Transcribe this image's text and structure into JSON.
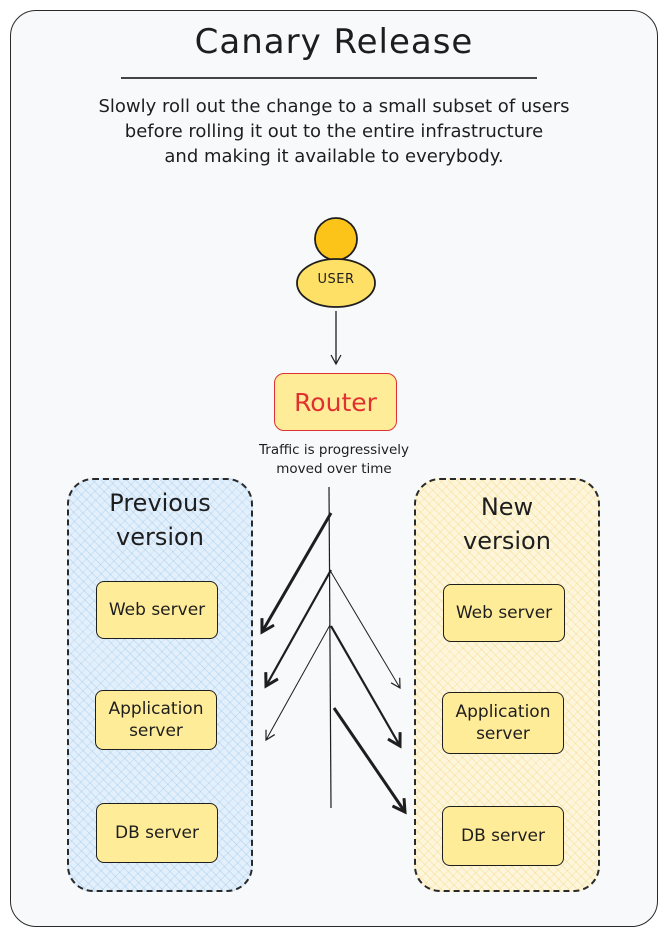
{
  "title": "Canary Release",
  "subtitle": "Slowly roll out the change to a small subset of users\nbefore rolling it out to the entire infrastructure\nand making it available to everybody.",
  "user": {
    "label": "USER"
  },
  "router": {
    "label": "Router"
  },
  "traffic_note": "Traffic is progressively\nmoved over time",
  "previous_version": {
    "label": "Previous\nversion",
    "servers": [
      "Web server",
      "Application\nserver",
      "DB server"
    ]
  },
  "new_version": {
    "label": "New\nversion",
    "servers": [
      "Web server",
      "Application\nserver",
      "DB server"
    ]
  },
  "colors": {
    "router_border": "#e03131",
    "box_fill": "#ffec99",
    "previous_zone": "#e3f0fb",
    "new_zone": "#fdf6dc"
  }
}
